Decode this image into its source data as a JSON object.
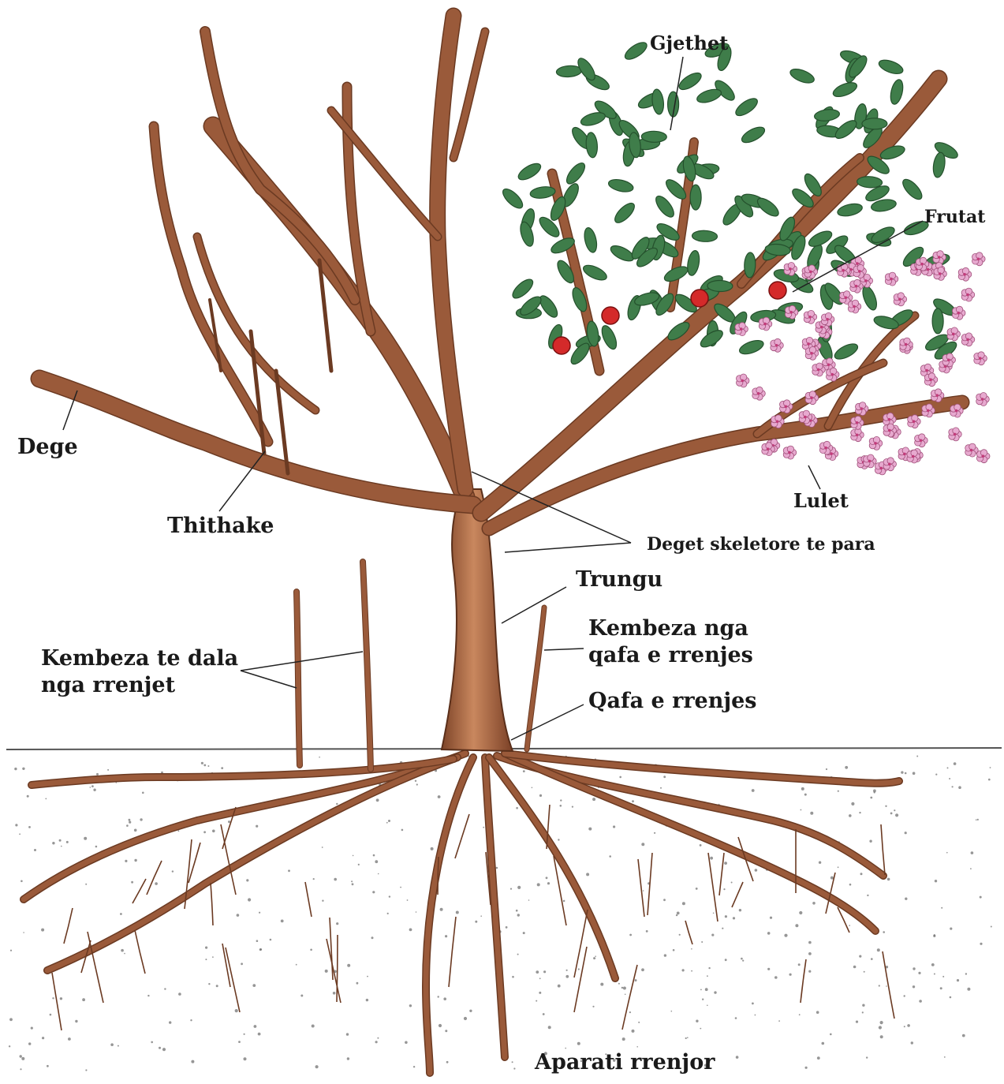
{
  "colors": {
    "bark": "#9a5a3a",
    "bark_dark": "#6b3a22",
    "leaf": "#3f7d4a",
    "leaf_dark": "#24502c",
    "fruit": "#d42a2a",
    "blossom": "#e7a9cf",
    "blossom_center": "#c23b7a",
    "soil_dot": "#6a6a6a",
    "ground_line": "#555555"
  },
  "labels": {
    "gjethet": "Gjethet",
    "frutat": "Frutat",
    "dege": "Dege",
    "thithake": "Thithake",
    "lulet": "Lulet",
    "deget_skeletore": "Deget skeletore te para",
    "trungu": "Trungu",
    "kembeza_qafa": "Kembeza nga\nqafa e rrenjes",
    "kembeza_rrenjet": "Kembeza te dala\nnga rrenjet",
    "qafa": "Qafa e rrenjes",
    "aparati": "Aparati rrenjor"
  }
}
